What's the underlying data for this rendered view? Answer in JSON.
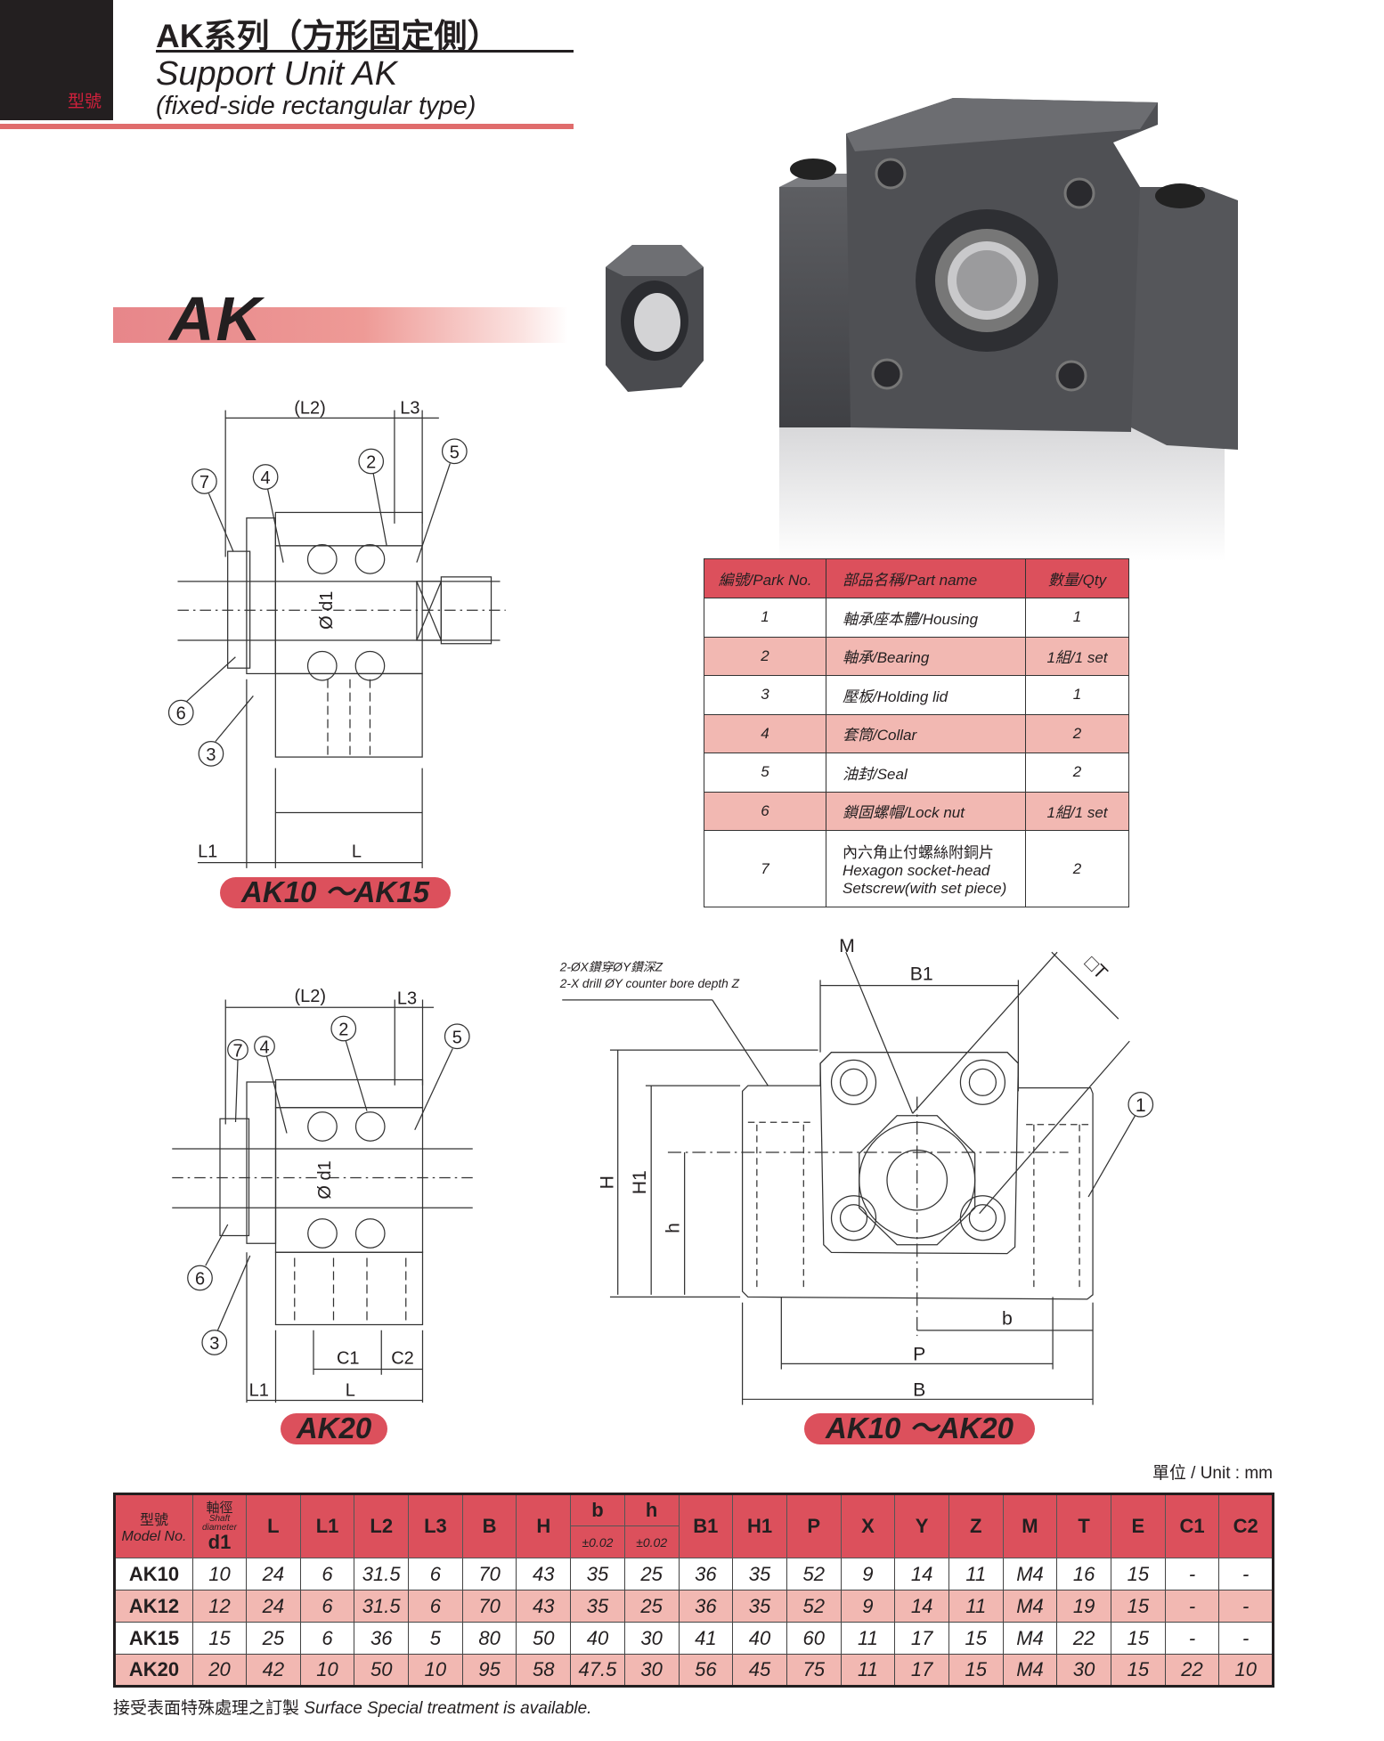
{
  "header": {
    "model_tag": "型號",
    "title_zh": "AK系列（方形固定側）",
    "title_en": "Support Unit AK",
    "subtitle_en": "(fixed-side rectangular type)",
    "banner": "AK"
  },
  "colors": {
    "accent": "#dc505c",
    "row_pink": "#f2b8b2",
    "rule": "#e06c6c"
  },
  "parts_table": {
    "headers": [
      "編號/Park No.",
      "部品名稱/Part name",
      "數量/Qty"
    ],
    "rows": [
      {
        "no": "1",
        "name": "軸承座本體/Housing",
        "qty": "1"
      },
      {
        "no": "2",
        "name": "軸承/Bearing",
        "qty": "1組/1 set"
      },
      {
        "no": "3",
        "name": "壓板/Holding lid",
        "qty": "1"
      },
      {
        "no": "4",
        "name": "套筒/Collar",
        "qty": "2"
      },
      {
        "no": "5",
        "name": "油封/Seal",
        "qty": "2"
      },
      {
        "no": "6",
        "name": "鎖固螺帽/Lock nut",
        "qty": "1組/1 set"
      },
      {
        "no": "7",
        "name_zh": "內六角止付螺絲附銅片",
        "name_en1": "Hexagon socket-head",
        "name_en2": "Setscrew(with set piece)",
        "qty": "2"
      }
    ]
  },
  "drawing1": {
    "caption": "AK10 ～AK15",
    "L2": "(L2)",
    "L3": "L3",
    "L1": "L1",
    "L": "L",
    "d1": "Ø d1",
    "callouts": [
      "7",
      "4",
      "2",
      "5",
      "6",
      "3"
    ]
  },
  "drawing2": {
    "caption": "AK20",
    "L2": "(L2)",
    "L3": "L3",
    "L1": "L1",
    "L": "L",
    "C1": "C1",
    "C2": "C2",
    "d1": "Ø d1",
    "callouts": [
      "7",
      "4",
      "2",
      "5",
      "6",
      "3"
    ]
  },
  "drawing3": {
    "caption": "AK10 ～AK20",
    "note_zh": "2-ØX鑽穿ØY鑽深Z",
    "note_en": "2-X drill ØY counter bore depth Z",
    "M": "M",
    "B1": "B1",
    "T": "□T",
    "H": "H",
    "H1": "H1",
    "h": "h",
    "b": "b",
    "P": "P",
    "B": "B",
    "callout": "1"
  },
  "specs": {
    "unit": "單位 / Unit : mm",
    "model_header_zh": "型號",
    "model_header_en": "Model No.",
    "d1_header_zh": "軸徑",
    "d1_header_en": "Shaft diameter",
    "d1_header": "d1",
    "columns": [
      "L",
      "L1",
      "L2",
      "L3",
      "B",
      "H",
      "b",
      "h",
      "B1",
      "H1",
      "P",
      "X",
      "Y",
      "Z",
      "M",
      "T",
      "E",
      "C1",
      "C2"
    ],
    "tolerance": "±0.02",
    "rows": [
      {
        "model": "AK10",
        "values": [
          "10",
          "24",
          "6",
          "31.5",
          "6",
          "70",
          "43",
          "35",
          "25",
          "36",
          "35",
          "52",
          "9",
          "14",
          "11",
          "M4",
          "16",
          "15",
          "-",
          "-"
        ]
      },
      {
        "model": "AK12",
        "values": [
          "12",
          "24",
          "6",
          "31.5",
          "6",
          "70",
          "43",
          "35",
          "25",
          "36",
          "35",
          "52",
          "9",
          "14",
          "11",
          "M4",
          "19",
          "15",
          "-",
          "-"
        ]
      },
      {
        "model": "AK15",
        "values": [
          "15",
          "25",
          "6",
          "36",
          "5",
          "80",
          "50",
          "40",
          "30",
          "41",
          "40",
          "60",
          "11",
          "17",
          "15",
          "M4",
          "22",
          "15",
          "-",
          "-"
        ]
      },
      {
        "model": "AK20",
        "values": [
          "20",
          "42",
          "10",
          "50",
          "10",
          "95",
          "58",
          "47.5",
          "30",
          "56",
          "45",
          "75",
          "11",
          "17",
          "15",
          "M4",
          "30",
          "15",
          "22",
          "10"
        ]
      }
    ],
    "footnote_zh": "接受表面特殊處理之訂製",
    "footnote_en": "Surface Special treatment is available."
  }
}
